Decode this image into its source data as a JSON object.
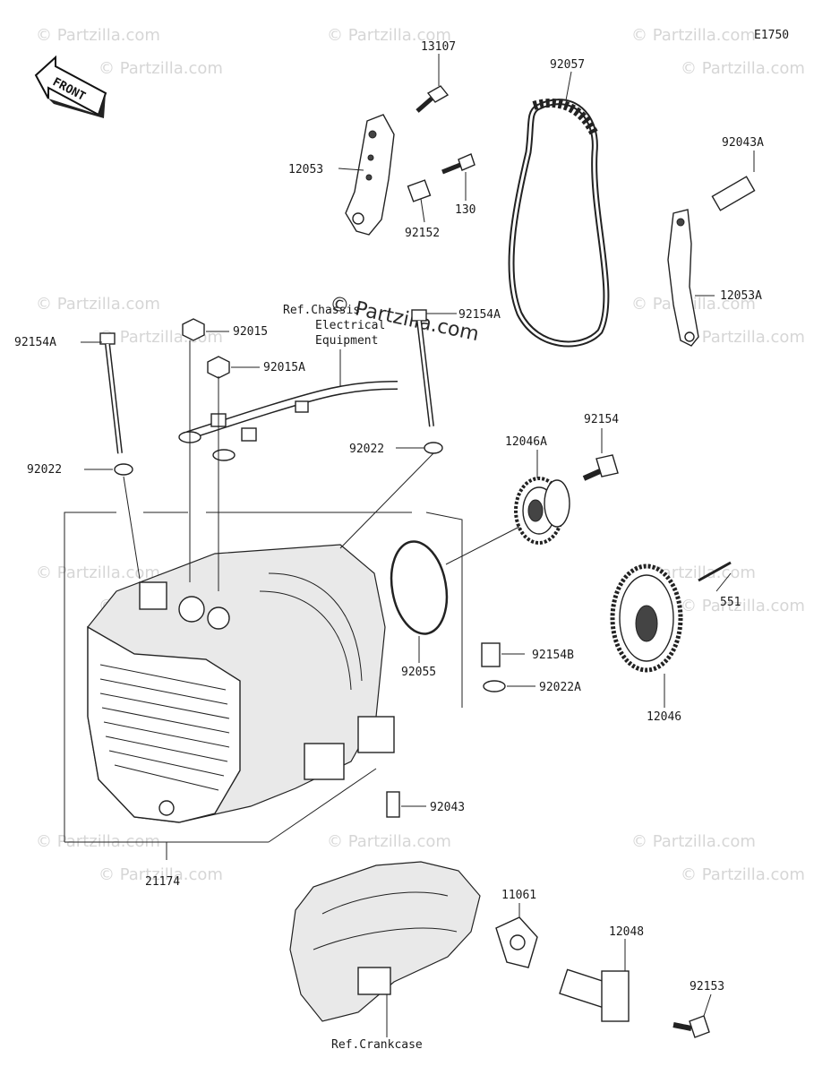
{
  "diagram_code": "E1750",
  "front_label": "FRONT",
  "watermark": "© Partzilla.com",
  "center_watermark": "© Partzilla.com",
  "references": {
    "electrical": [
      "Ref.Chassis",
      "Electrical",
      "Equipment"
    ],
    "crankcase": "Ref.Crankcase"
  },
  "parts": [
    {
      "number": "13107"
    },
    {
      "number": "92057"
    },
    {
      "number": "12053"
    },
    {
      "number": "130"
    },
    {
      "number": "92152"
    },
    {
      "number": "92043A"
    },
    {
      "number": "12053A"
    },
    {
      "number": "92154A"
    },
    {
      "number": "92015"
    },
    {
      "number": "92015A"
    },
    {
      "number": "92154A"
    },
    {
      "number": "92022"
    },
    {
      "number": "92022"
    },
    {
      "number": "92154"
    },
    {
      "number": "12046A"
    },
    {
      "number": "92055"
    },
    {
      "number": "551"
    },
    {
      "number": "92154B"
    },
    {
      "number": "92022A"
    },
    {
      "number": "12046"
    },
    {
      "number": "92043"
    },
    {
      "number": "21174"
    },
    {
      "number": "11061"
    },
    {
      "number": "12048"
    },
    {
      "number": "92153"
    }
  ]
}
